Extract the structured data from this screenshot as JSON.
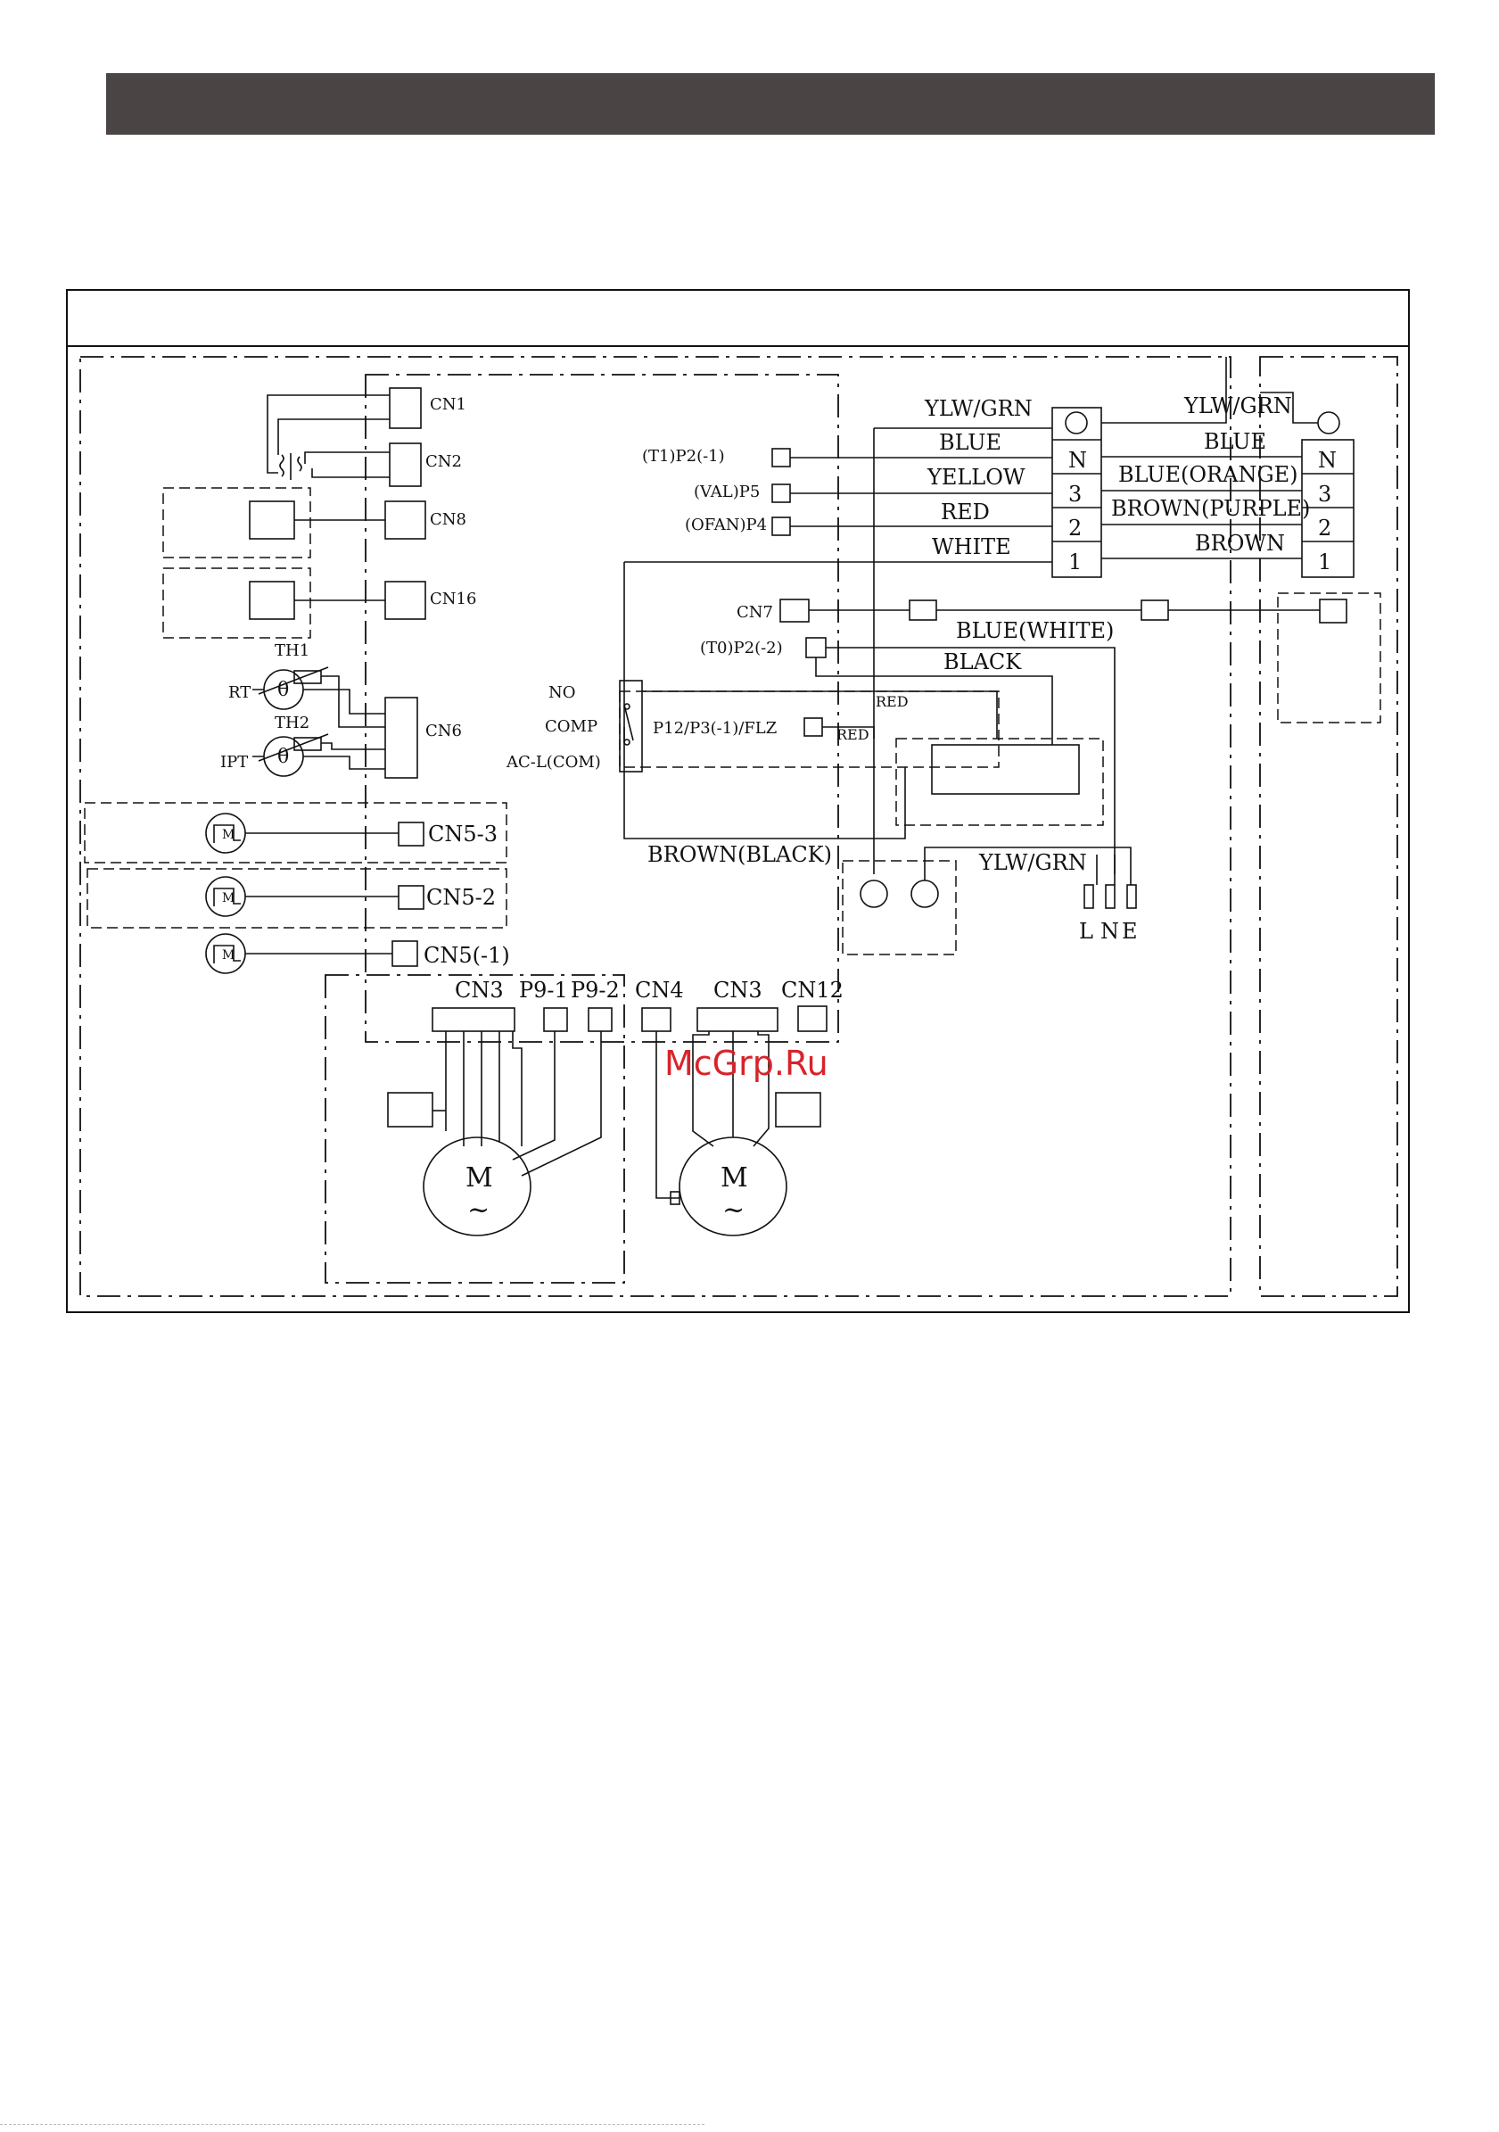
{
  "watermark": "McGrp.Ru",
  "colors": {
    "header": "#4a4444",
    "ink": "#111111",
    "watermark": "#d8232a"
  },
  "left": {
    "cn1": "CN1",
    "cn2": "CN2",
    "cn8": "CN8",
    "cn16": "CN16",
    "th1": "TH1",
    "th2": "TH2",
    "rt": "RT",
    "ipt": "IPT",
    "cn6": "CN6",
    "theta": "θ",
    "motor_m": "M",
    "cn5_3": "CN5-3",
    "cn5_2": "CN5-2",
    "cn5_1": "CN5(-1)"
  },
  "board": {
    "t1_p2": "(T1)P2(-1)",
    "val_p5": "(VAL)P5",
    "ofan_p4": "(OFAN)P4",
    "cn7": "CN7",
    "t0_p2": "(T0)P2(-2)",
    "no": "NO",
    "comp": "COMP",
    "acl_com": "AC-L(COM)",
    "p12_flz": "P12/P3(-1)/FLZ",
    "brown_black": "BROWN(BLACK)",
    "cn3_a": "CN3",
    "p9_1": "P9-1",
    "p9_2": "P9-2",
    "cn4": "CN4",
    "cn3_b": "CN3",
    "cn12": "CN12"
  },
  "wires": {
    "ylw_grn_1": "YLW/GRN",
    "blue_1": "BLUE",
    "yellow": "YELLOW",
    "red_1": "RED",
    "white": "WHITE",
    "ylw_grn_2": "YLW/GRN",
    "blue_2": "BLUE",
    "blue_orange": "BLUE(ORANGE)",
    "brown_purple": "BROWN(PURPLE)",
    "brown": "BROWN",
    "blue_white": "BLUE(WHITE)",
    "black": "BLACK",
    "red_2": "RED",
    "red_3": "RED",
    "ylw_grn_3": "YLW/GRN"
  },
  "terminals": {
    "a": [
      "N",
      "3",
      "2",
      "1"
    ],
    "b": [
      "N",
      "3",
      "2",
      "1"
    ]
  },
  "power": {
    "l": "L",
    "n": "N",
    "e": "E"
  },
  "fan_motor": {
    "m": "M",
    "symbol": "~"
  }
}
